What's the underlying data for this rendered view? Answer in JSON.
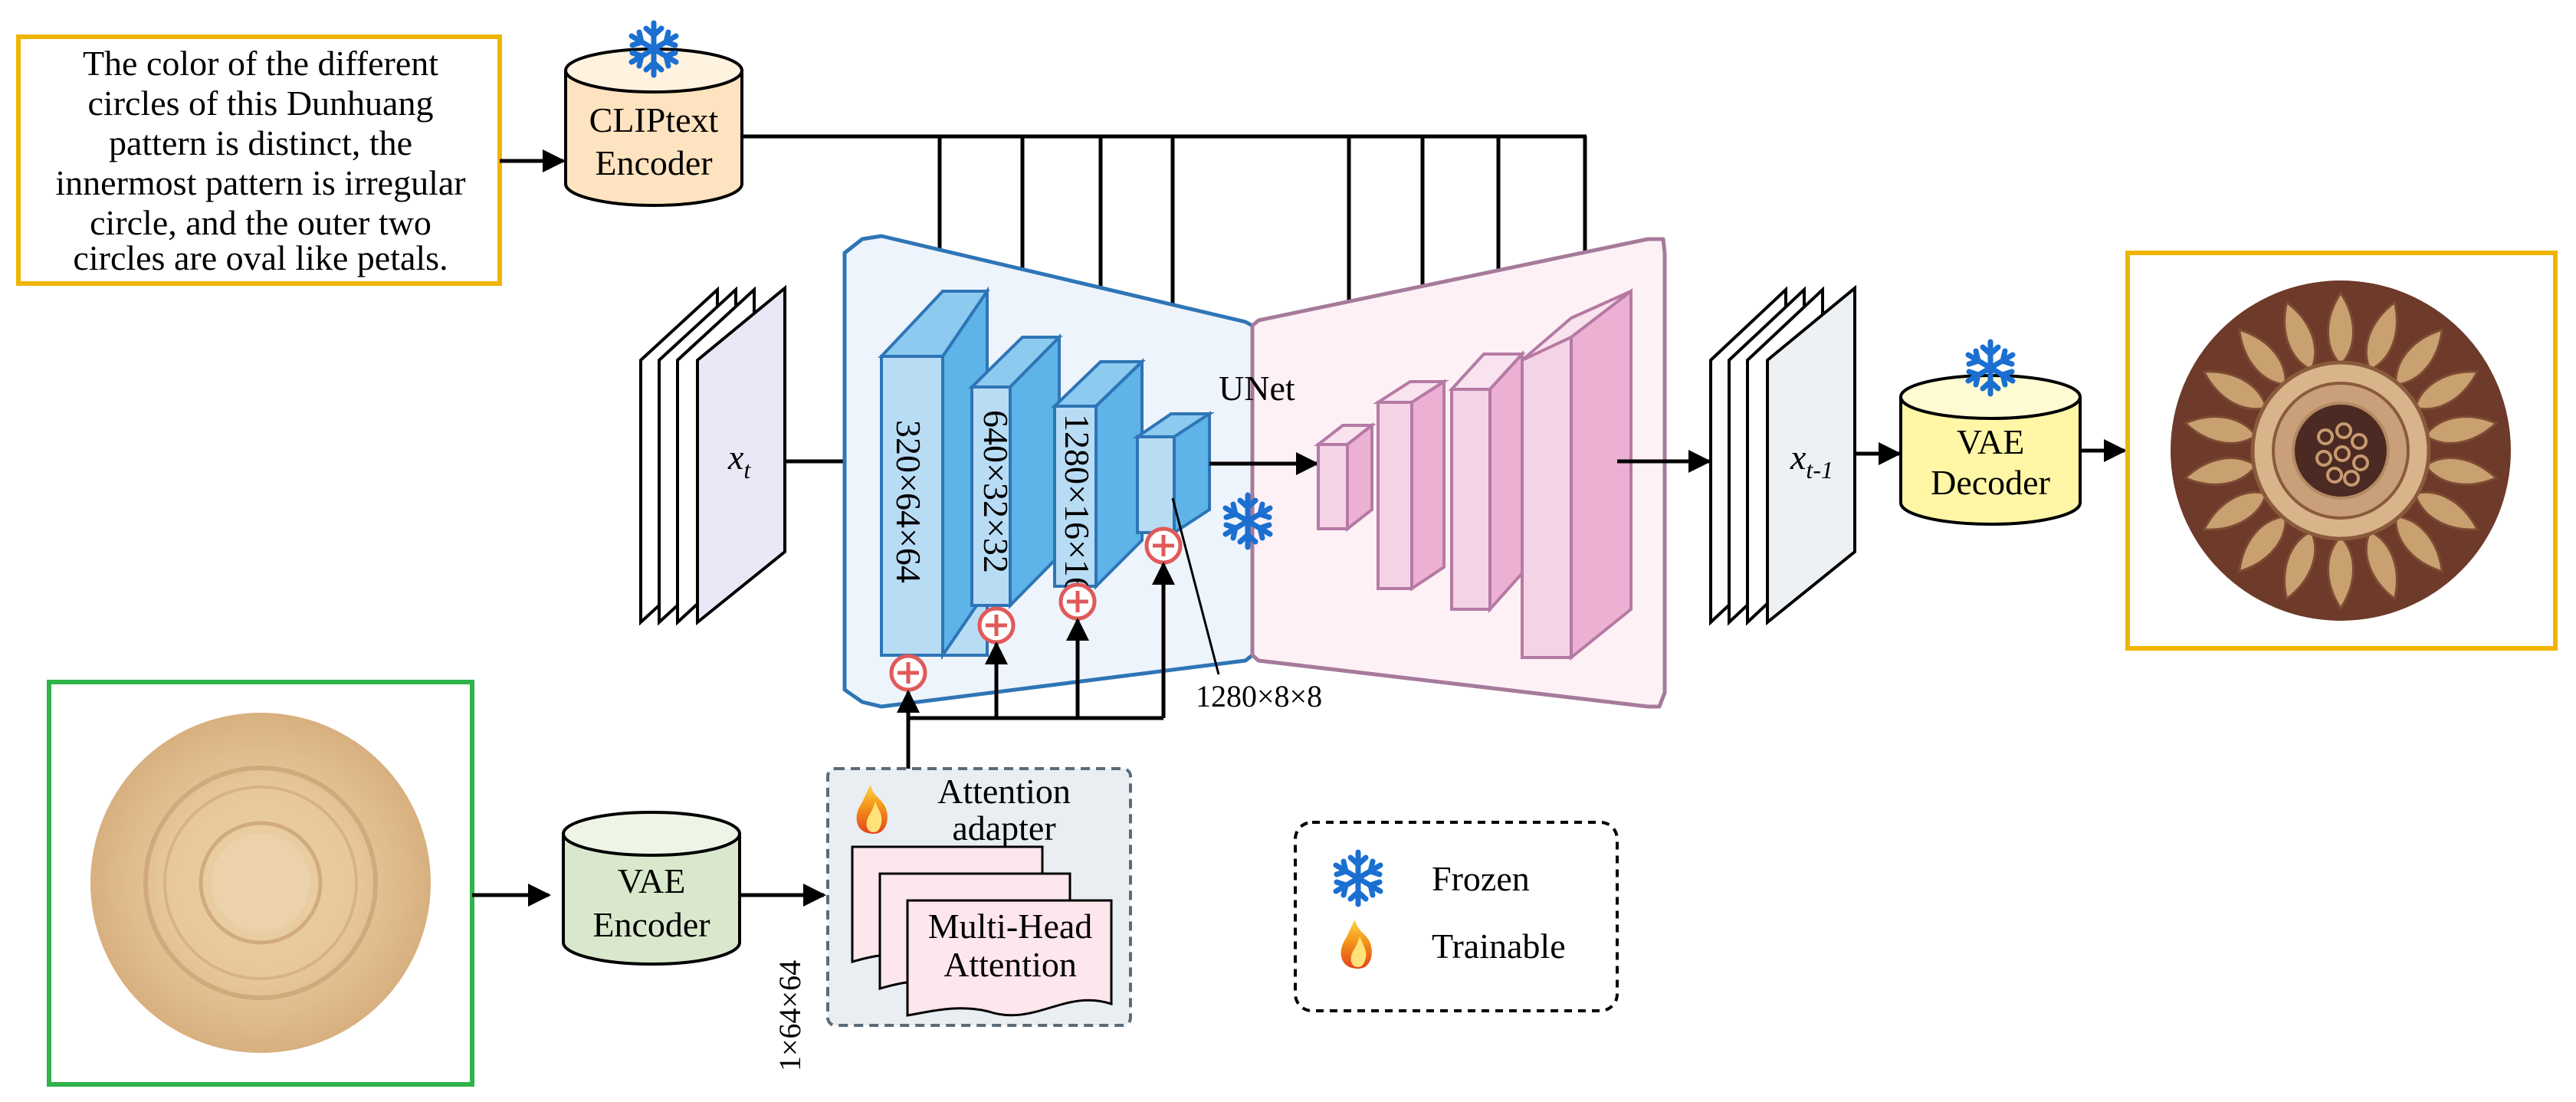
{
  "prompt_text": {
    "lines": [
      "The color of the different",
      "circles of this Dunhuang",
      "pattern is distinct, the",
      "innermost pattern is irregular",
      "circle, and the outer two",
      "circles are oval like petals."
    ]
  },
  "clip_encoder": {
    "line1": "CLIPtext",
    "line2": "Encoder"
  },
  "unet_label": "UNet",
  "input_latent": {
    "base": "x",
    "sub": "t"
  },
  "output_latent": {
    "base": "x",
    "sub": "t-1"
  },
  "encoder_blocks": [
    "320×64×64",
    "640×32×32",
    "1280×16×16"
  ],
  "bottleneck_label": "1280×8×8",
  "vae_decoder": {
    "line1": "VAE",
    "line2": "Decoder"
  },
  "vae_encoder": {
    "line1": "VAE",
    "line2": "Encoder"
  },
  "latent_dim_label": "1×64×64",
  "attention_adapter": {
    "line1": "Attention",
    "line2": "adapter",
    "mha_line1": "Multi-Head",
    "mha_line2": "Attention"
  },
  "legend": {
    "frozen": "Frozen",
    "trainable": "Trainable"
  },
  "colors": {
    "prompt_border": "#f0b400",
    "output_border": "#f0b400",
    "input_border": "#2fb34a",
    "unet_encoder_fill": "#eef4fb",
    "unet_encoder_stroke": "#2e75b6",
    "unet_decoder_fill": "#fdf1f6",
    "unet_decoder_stroke": "#a67a9a",
    "block_front": "#b9dcf5",
    "block_side": "#5eb3e8",
    "decoder_block_front": "#f5d3e6",
    "decoder_block_side": "#ecb1d2",
    "clip_fill": "#fde3bf",
    "vae_dec_fill": "#fff7a6",
    "vae_enc_fill": "#d9e8cc",
    "adapter_fill": "#e9eef2",
    "mha_fill": "#fde6ec",
    "plus_color": "#e05a5a",
    "snowflake": "#1b6fd1"
  },
  "icons": [
    "snowflake-icon",
    "flame-icon",
    "plus-circle-icon",
    "stacked-latent-icon"
  ]
}
